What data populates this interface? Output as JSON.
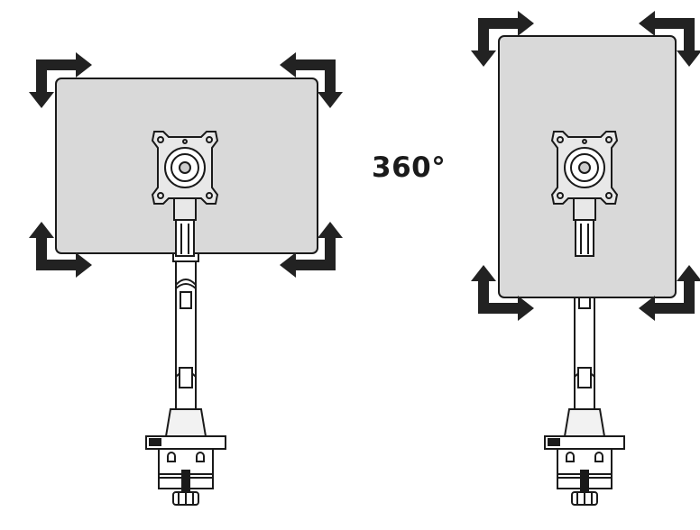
{
  "rotation_label": "360°",
  "colors": {
    "outline": "#1a1a1a",
    "screen_fill": "#d9d9d9",
    "arrow_fill": "#222222",
    "background": "#ffffff"
  },
  "figures": [
    {
      "name": "landscape-monitor",
      "orientation": "landscape"
    },
    {
      "name": "portrait-monitor",
      "orientation": "portrait"
    }
  ],
  "icons": [
    "rotation-arrow-icon",
    "vesa-mount-icon",
    "desk-clamp-icon"
  ]
}
